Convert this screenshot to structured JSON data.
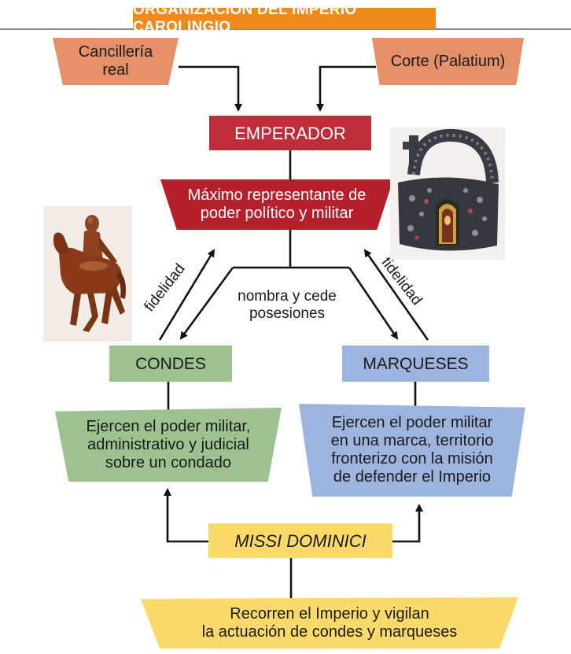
{
  "title": "ORGANIZACIÓN DEL IMPERIO CAROLINGIO",
  "nodes": {
    "cancilleria": [
      "Cancillería",
      "real"
    ],
    "corte": "Corte (Palatium)",
    "emperador": "EMPERADOR",
    "maximo": [
      "Máximo representante de",
      "poder político y militar"
    ],
    "condes": "CONDES",
    "marqueses": "MARQUESES",
    "condes_desc": [
      "Ejercen el poder militar,",
      "administrativo y judicial",
      "sobre un condado"
    ],
    "marqueses_desc": [
      "Ejercen el poder militar",
      "en una marca, territorio",
      "fronterizo con la misión",
      "de defender el Imperio"
    ],
    "missi": "MISSI DOMINICI",
    "recorren": [
      "Recorren el Imperio y vigilan",
      "la actuación de condes y marqueses"
    ]
  },
  "edge_labels": {
    "nombra": [
      "nombra y cede",
      "posesiones"
    ],
    "fidelidad_left": "fidelidad",
    "fidelidad_right": "fidelidad"
  },
  "colors": {
    "title": "#f08a1c",
    "court": "#e6906a",
    "emperor": "#b5202d",
    "condes": "#9dc18f",
    "marqueses": "#9db4de",
    "missi": "#fcd96b"
  }
}
